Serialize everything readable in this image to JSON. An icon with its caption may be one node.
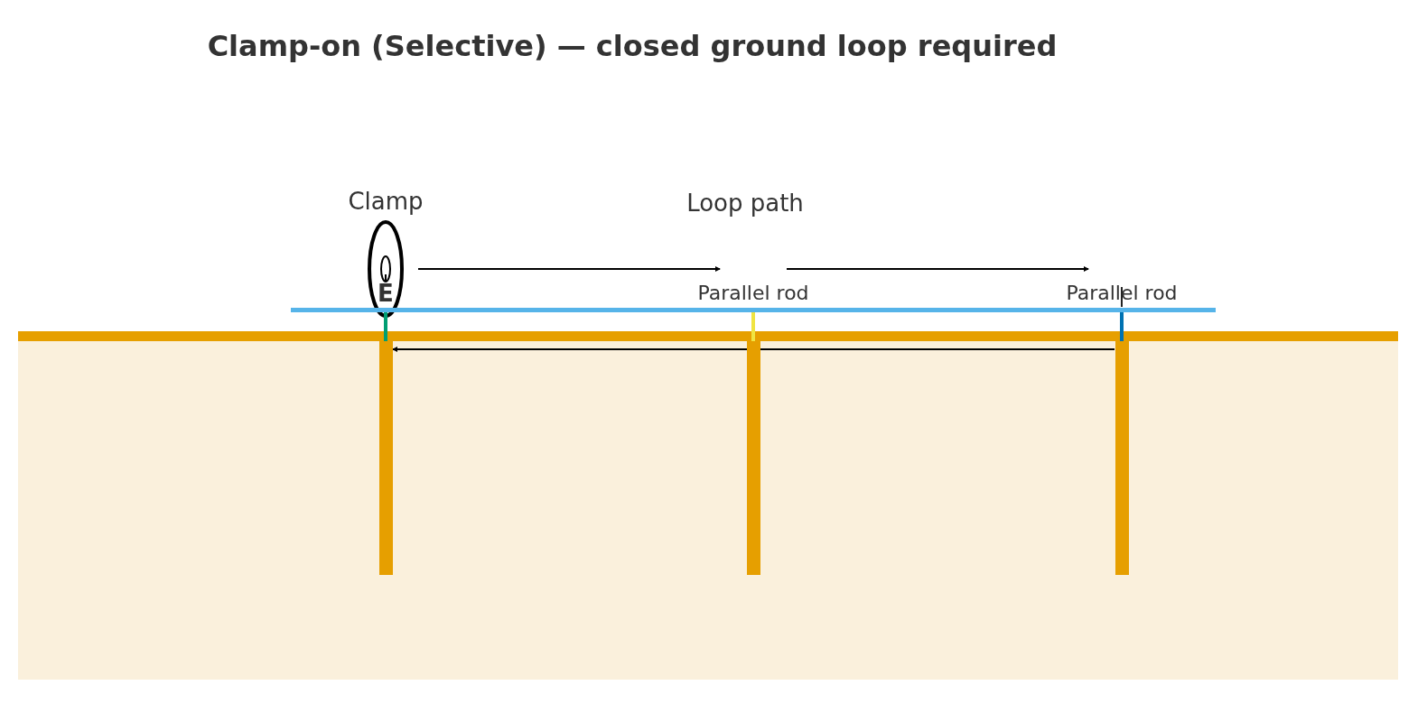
{
  "diagram": {
    "title": "Clamp-on (Selective) — closed ground loop required",
    "nodes": [
      {
        "text": [
          "Clamp"
        ]
      },
      {
        "text": [],
        "shape": "bar"
      },
      {
        "text": [],
        "shape": "bar"
      },
      {
        "text": [],
        "shape": "bar"
      },
      {
        "text": [],
        "shape": "bar"
      },
      {
        "text": [
          "Parallel rod"
        ]
      },
      {
        "text": [
          "Parallel rod"
        ]
      }
    ],
    "edges": [
      {
        "from": 0,
        "to": 5,
        "arrow": "to"
      },
      {
        "from": 5,
        "to": 6,
        "arrow": "to"
      },
      {
        "from": 4,
        "to": 2,
        "arrow": "to"
      },
      {
        "from": 1,
        "to": 2,
        "arrow": "none",
        "color": "#009e73"
      },
      {
        "from": 1,
        "to": 3,
        "arrow": "none",
        "color": "#f0e442"
      },
      {
        "from": 1,
        "to": 4,
        "arrow": "none",
        "color": "#0072b2"
      }
    ],
    "labels": [
      "Loop path",
      "E"
    ]
  }
}
